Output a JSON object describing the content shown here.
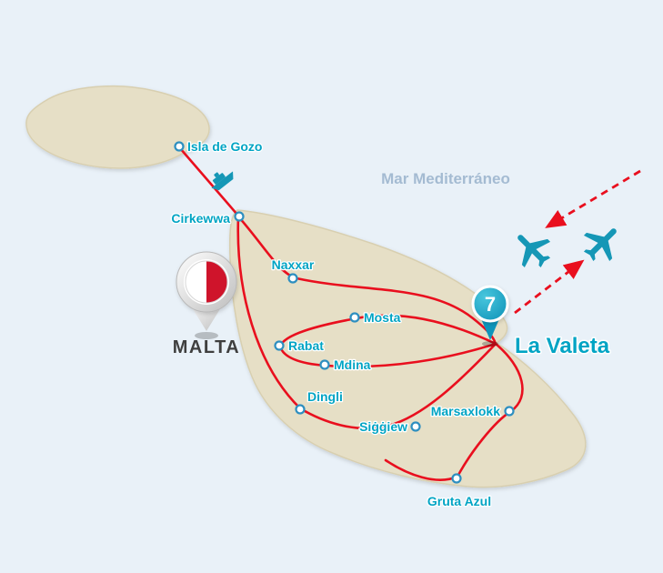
{
  "map": {
    "sea_label": "Mar Mediterráneo",
    "country_label": "MALTA",
    "stop_badge": "7",
    "destination_label": "La Valeta",
    "cities": [
      {
        "id": "isla-de-gozo",
        "name": "Isla de Gozo"
      },
      {
        "id": "cirkewwa",
        "name": "Cirkewwa"
      },
      {
        "id": "naxxar",
        "name": "Naxxar"
      },
      {
        "id": "mosta",
        "name": "Mosta"
      },
      {
        "id": "rabat",
        "name": "Rabat"
      },
      {
        "id": "mdina",
        "name": "Mdina"
      },
      {
        "id": "dingli",
        "name": "Dingli"
      },
      {
        "id": "siggiew",
        "name": "Siġġiew"
      },
      {
        "id": "marsaxlokk",
        "name": "Marsaxlokk"
      },
      {
        "id": "gruta-azul",
        "name": "Gruta Azul"
      }
    ],
    "icons": {
      "ferry": "⛴",
      "plane": "✈",
      "flag_pin": "malta-flag",
      "stop_badge": "numbered-location-pin"
    },
    "colors": {
      "sea": "#e9f1f8",
      "land": "#e6dfc6",
      "land_edge": "#d8cfb0",
      "route": "#e90f1e",
      "teal": "#1597b6",
      "label": "#00a4c4",
      "sea_label": "#a4bbd2",
      "country": "#3f3f3f",
      "flag_red": "#cf142b"
    }
  }
}
